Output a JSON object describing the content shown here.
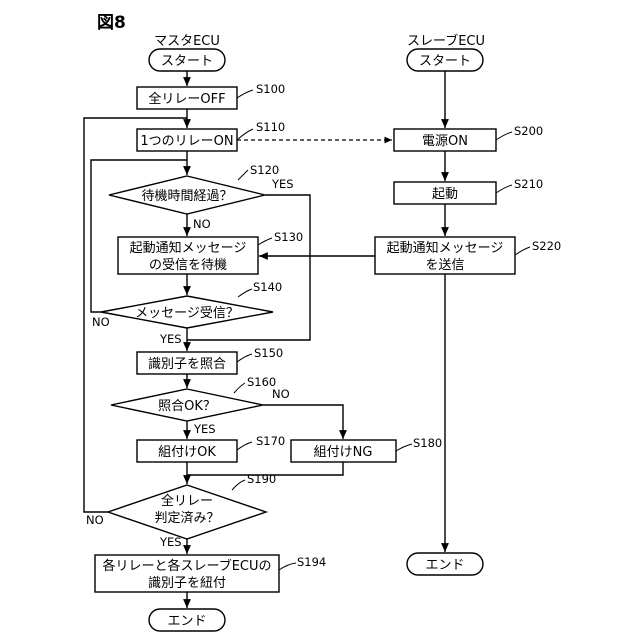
{
  "figure_title": "図8",
  "headers": {
    "master": "マスタECU",
    "slave": "スレーブECU"
  },
  "master": {
    "start": "スタート",
    "s100": "全リレーOFF",
    "s110": "1つのリレーON",
    "s120": "待機時間経過？",
    "s130_l1": "起動通知メッセージ",
    "s130_l2": "の受信を待機",
    "s140": "メッセージ受信？",
    "s150": "識別子を照合",
    "s160": "照合OK？",
    "s170": "組付けOK",
    "s180": "組付けNG",
    "s190_l1": "全リレー",
    "s190_l2": "判定済み？",
    "s194_l1": "各リレーと各スレーブECUの",
    "s194_l2": "識別子を紐付",
    "end": "エンド"
  },
  "slave": {
    "start": "スタート",
    "s200": "電源ON",
    "s210": "起動",
    "s220_l1": "起動通知メッセージ",
    "s220_l2": "を送信",
    "end": "エンド"
  },
  "steps": {
    "s100": "S100",
    "s110": "S110",
    "s120": "S120",
    "s130": "S130",
    "s140": "S140",
    "s150": "S150",
    "s160": "S160",
    "s170": "S170",
    "s180": "S180",
    "s190": "S190",
    "s194": "S194",
    "s200": "S200",
    "s210": "S210",
    "s220": "S220"
  },
  "branch_labels": {
    "s120_yes": "YES",
    "s120_no": "NO",
    "s140_yes": "YES",
    "s140_no": "NO",
    "s160_yes": "YES",
    "s160_no": "NO",
    "s190_yes": "YES",
    "s190_no": "NO"
  }
}
